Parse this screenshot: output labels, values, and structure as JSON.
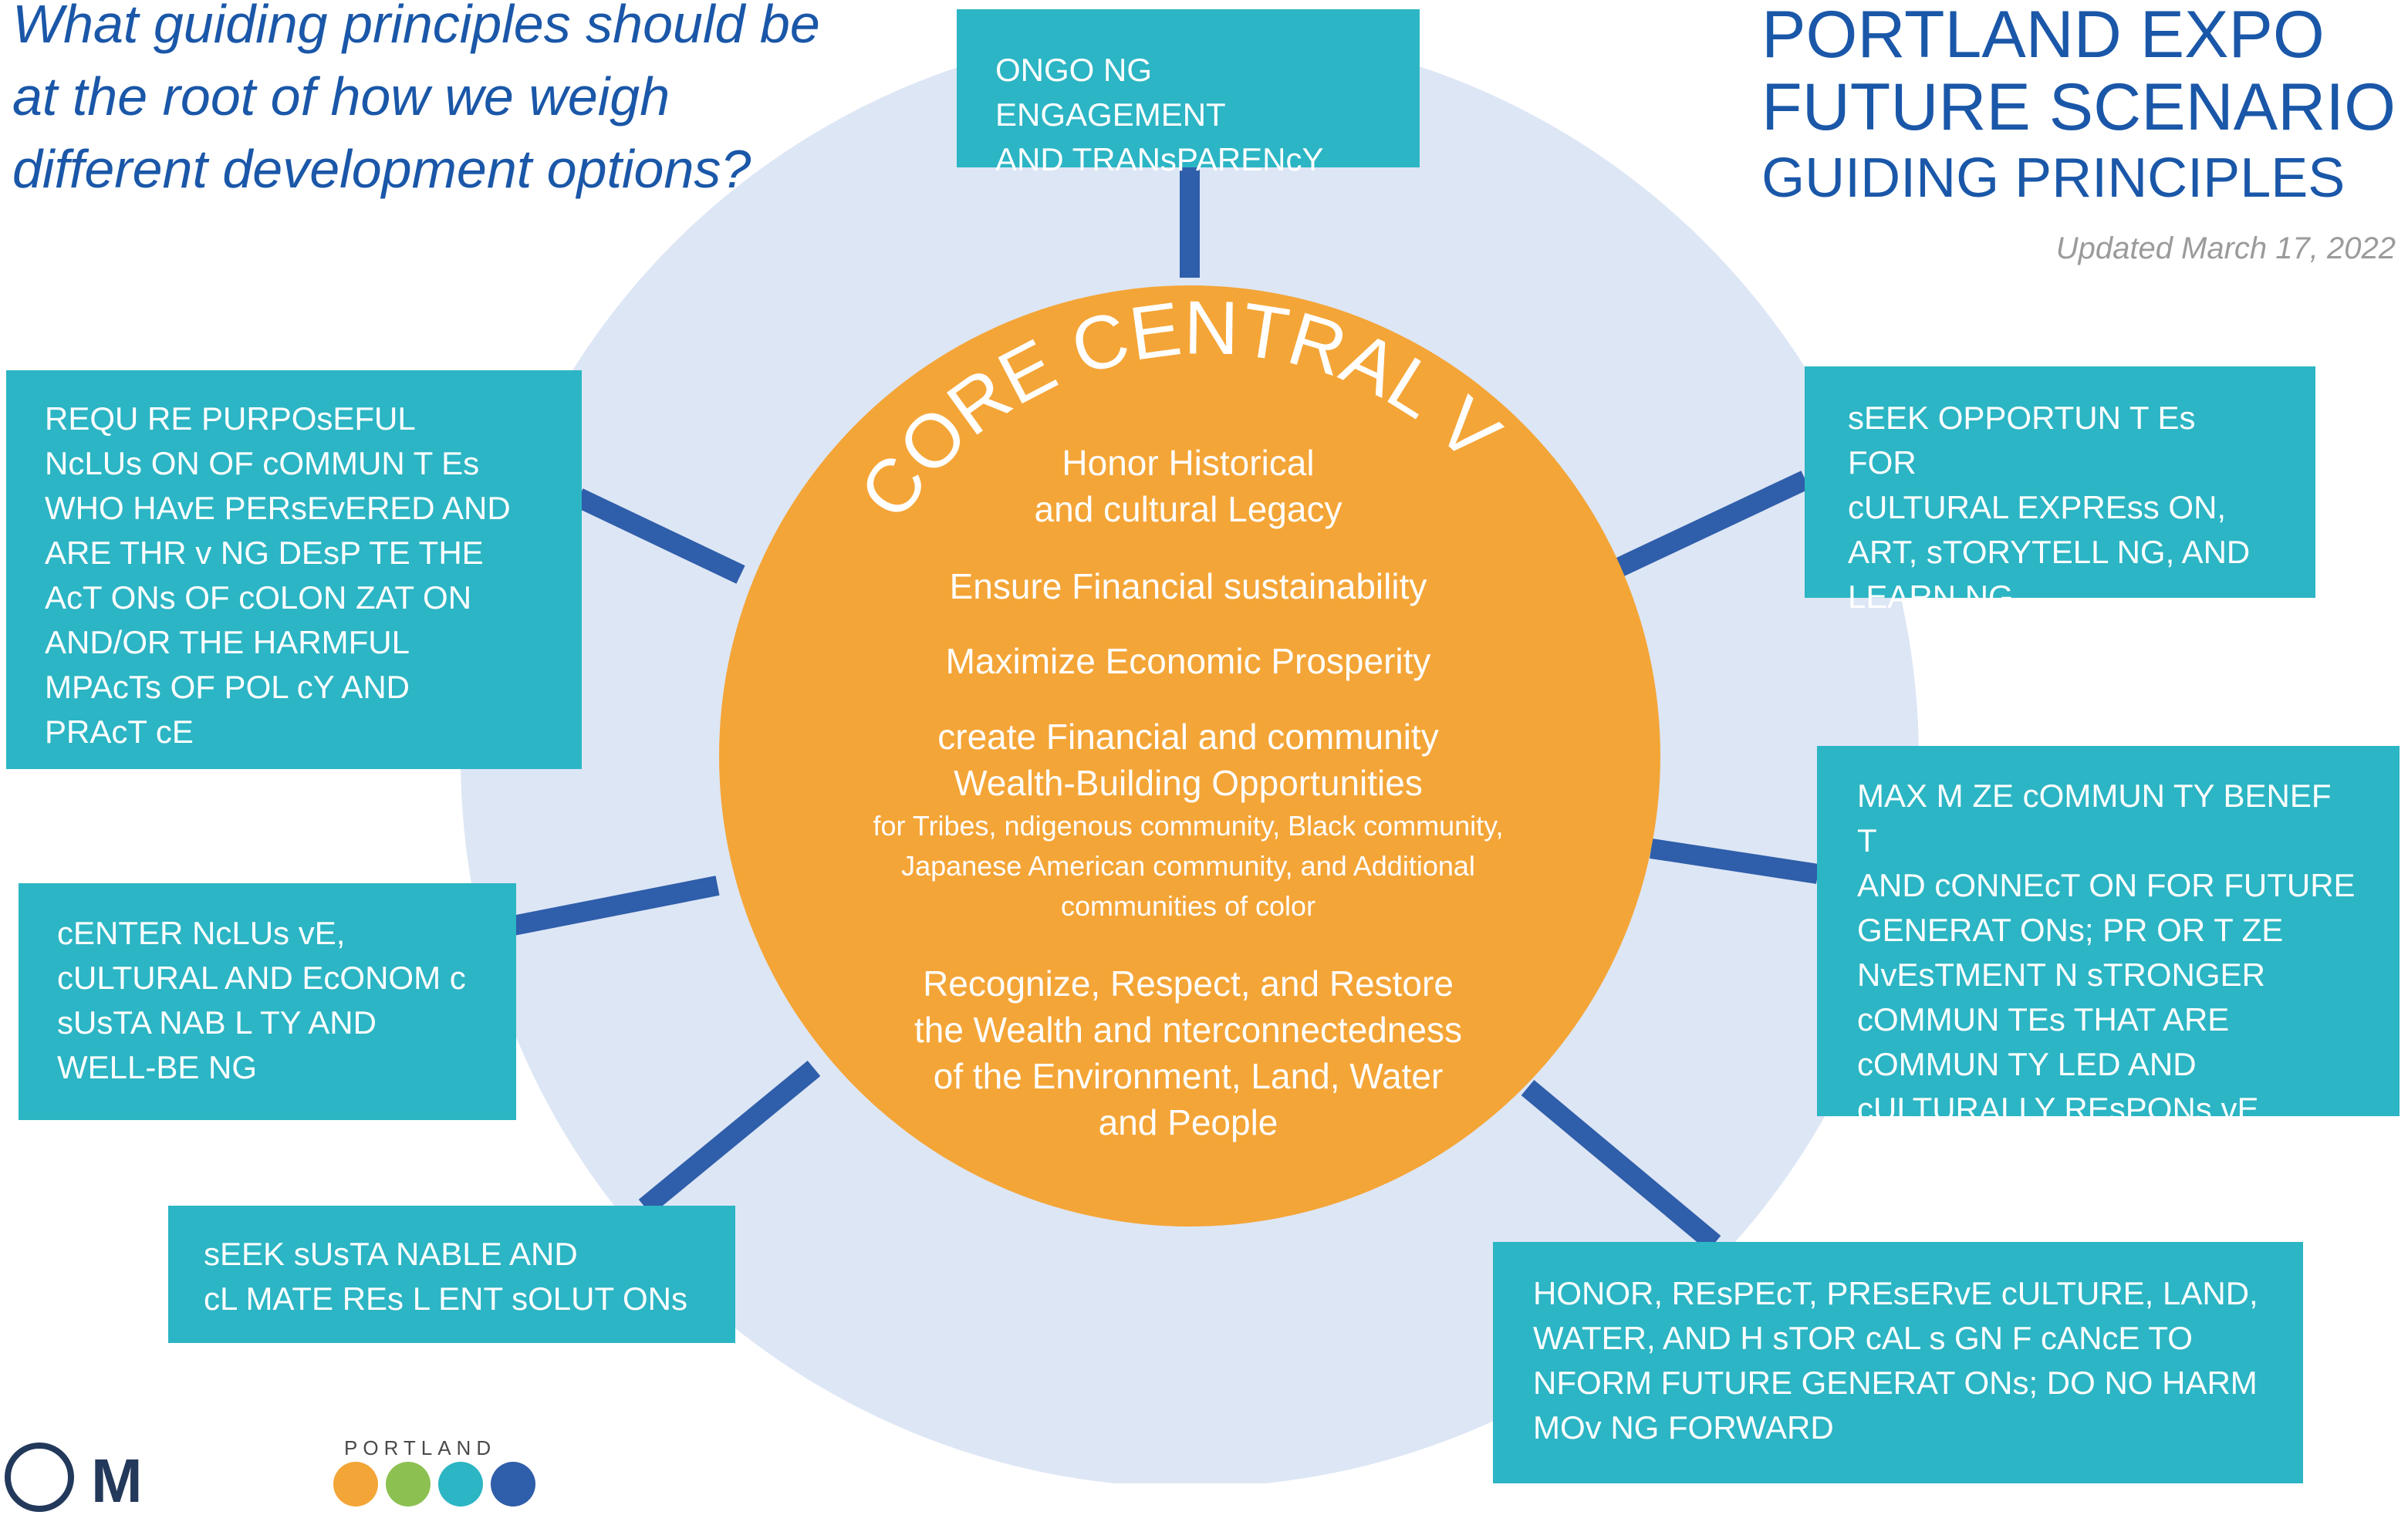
{
  "question": "What guiding principles should be at the root of how we weigh different development options?",
  "title": {
    "line1": "PORTLAND EXPO",
    "line2": "FUTURE SCENARIO",
    "line3": "GUIDING PRINCIPLES"
  },
  "updated": "Updated March 17, 2022",
  "center": {
    "heading": "CORE CENTRAL V S ON",
    "items": [
      "Honor Historical\nand cultural Legacy",
      "Ensure Financial sustainability",
      "Maximize Economic Prosperity",
      "create Financial and community\nWealth-Building Opportunities",
      "for Tribes, ndigenous community, Black community,\nJapanese American community, and Additional\ncommunities of color",
      "Recognize, Respect, and Restore\nthe Wealth and nterconnectedness\nof the Environment, Land, Water\nand People"
    ]
  },
  "boxes": {
    "top": "ONGO NG ENGAGEMENT\nAND TRANsPARENcY",
    "left1": "REQU RE PURPOsEFUL\n NcLUs ON OF cOMMUN T Es\nWHO HAvE PERsEvERED AND\nARE THR v NG DEsP TE THE\nAcT ONs OF cOLON ZAT ON\nAND/OR THE HARMFUL\n MPAcTs OF POL cY AND\nPRAcT cE",
    "left2": "cENTER  NcLUs vE,\ncULTURAL AND EcONOM c\nsUsTA NAB L TY AND\nWELL-BE NG",
    "left3": "sEEK sUsTA NABLE AND\ncL MATE REs L ENT sOLUT ONs",
    "right1": "sEEK OPPORTUN T Es FOR\ncULTURAL EXPREss ON,\nART, sTORYTELL NG, AND\nLEARN NG",
    "right2": "MAX M ZE cOMMUN TY BENEF T\nAND cONNEcT ON FOR FUTURE\nGENERAT ONs; PR OR T ZE\n NvEsTMENT  N sTRONGER\ncOMMUN TEs THAT ARE\ncOMMUN TY LED AND\ncULTURALLY REsPONs vE",
    "right3": "HONOR, REsPEcT,  PREsERvE cULTURE, LAND,\nWATER, AND H sTOR cAL s GN F cANcE TO\n NFORM FUTURE GENERAT ONs; DO NO HARM\nMOv NG FORWARD"
  },
  "logos": {
    "portland": "PORTLAND"
  },
  "colors": {
    "outer_circle": "#dde6f5",
    "inner_circle": "#f4a537",
    "box": "#2cb5c4",
    "connector": "#2f5eaa",
    "title_blue": "#1a57a8"
  }
}
